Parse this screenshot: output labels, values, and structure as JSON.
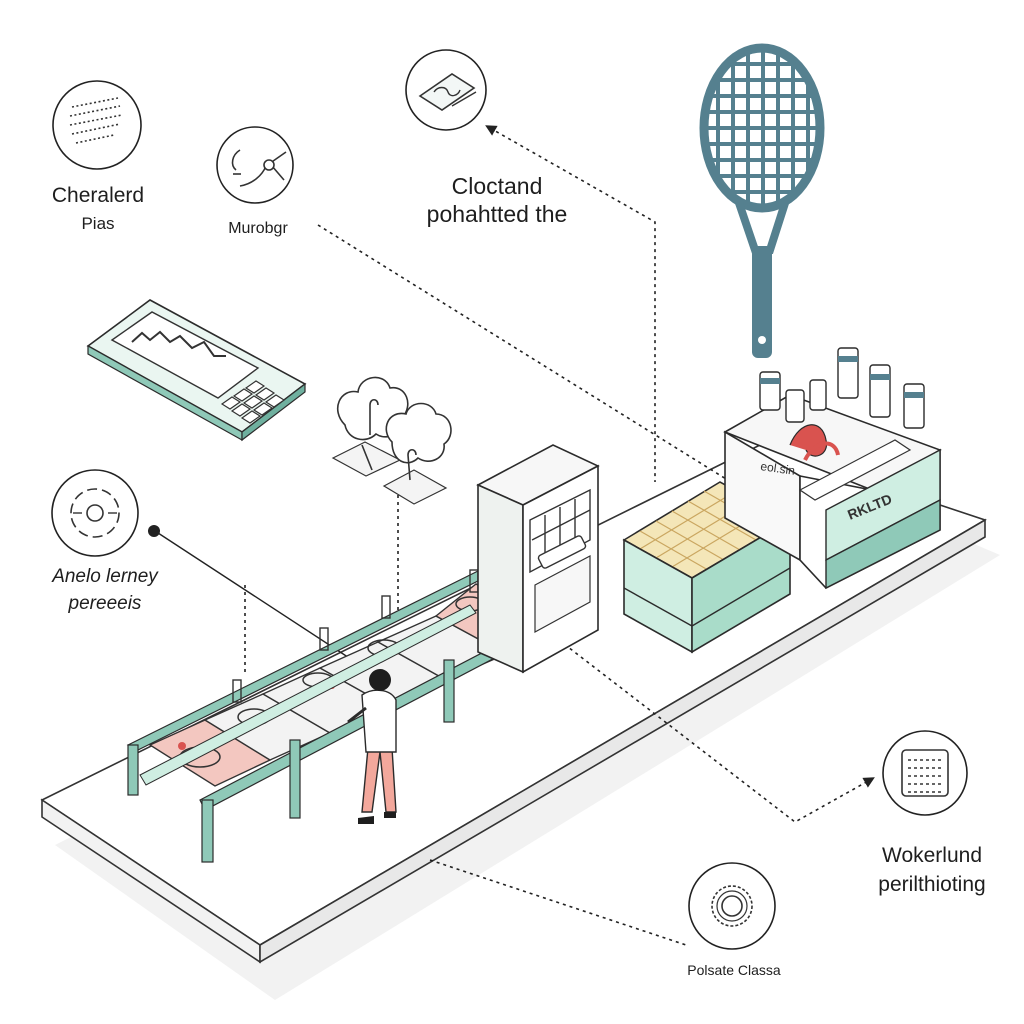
{
  "labels": {
    "cheralerd": "Cheralerd",
    "pias": "Pias",
    "murobgr": "Murobgr",
    "cloctand": "Cloctand",
    "pohahtted": "pohahtted the",
    "anelo": "Anelo lerney",
    "pereeeis": "pereeeis",
    "wokerlund": "Wokerlund",
    "perilthioting": "perilthioting",
    "polsate": "Polsate Classa",
    "box_left": "eol.sin",
    "box_right": "RKLTD"
  },
  "icons": {
    "document": "document-lines-icon",
    "tools": "tools-icon",
    "keycard": "keycard-icon",
    "target": "target-icon",
    "grid": "grid-matrix-icon",
    "gear": "gear-ring-icon",
    "racket": "racket-icon",
    "keyboard": "keyboard-icon",
    "trees": "trees-icon",
    "worker": "worker-icon"
  },
  "colors": {
    "line": "#2b2b2b",
    "teal": "#8fc9b8",
    "teal_dark": "#4f8f7d",
    "mint": "#cfeee2",
    "cream": "#f4e6b8",
    "pink": "#f3c7c0",
    "red": "#d9534f",
    "racket": "#55808f",
    "floor": "#f6f6f6"
  }
}
